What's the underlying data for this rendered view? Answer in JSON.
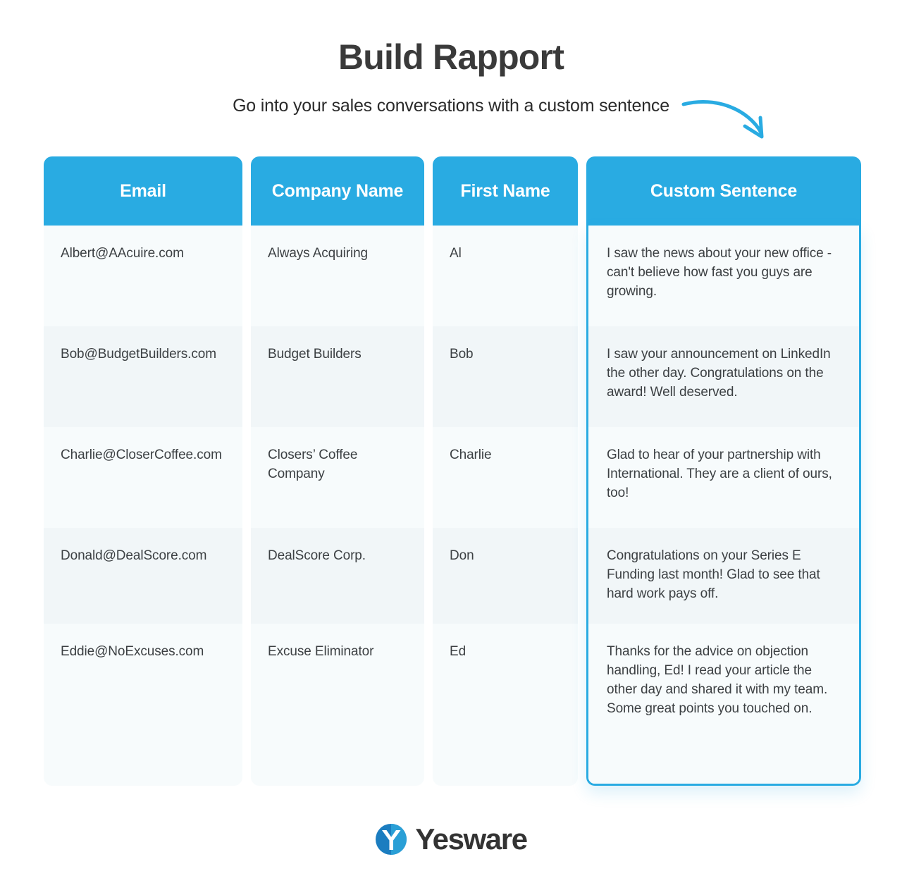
{
  "header": {
    "title": "Build Rapport",
    "subtitle": "Go into your sales conversations with a custom sentence"
  },
  "colors": {
    "accent": "#29abe2",
    "title_text": "#3a3a3a",
    "body_text": "#3c4043",
    "row_light": "#f7fbfc",
    "row_dark": "#f1f6f8",
    "page_background": "#ffffff",
    "logo_text": "#333333"
  },
  "table": {
    "highlighted_column": "Custom Sentence",
    "columns": [
      {
        "key": "email",
        "label": "Email"
      },
      {
        "key": "company",
        "label": "Company Name"
      },
      {
        "key": "first_name",
        "label": "First Name"
      },
      {
        "key": "custom_sentence",
        "label": "Custom Sentence"
      }
    ],
    "rows": [
      {
        "email": "Albert@AAcuire.com",
        "company": "Always Acquiring",
        "first_name": "Al",
        "custom_sentence": "I saw the news about your new office - can't believe how fast you guys are growing."
      },
      {
        "email": "Bob@BudgetBuilders.com",
        "company": "Budget Builders",
        "first_name": "Bob",
        "custom_sentence": "I saw your announcement on LinkedIn the other day. Congratulations on the award! Well deserved."
      },
      {
        "email": "Charlie@CloserCoffee.com",
        "company": "Closers’ Coffee Company",
        "first_name": "Charlie",
        "custom_sentence": "Glad to hear of your partnership with International. They are a client of ours, too!"
      },
      {
        "email": "Donald@DealScore.com",
        "company": "DealScore Corp.",
        "first_name": "Don",
        "custom_sentence": "Congratulations on your Series E Funding last month! Glad to see that hard work pays off."
      },
      {
        "email": "Eddie@NoExcuses.com",
        "company": "Excuse Eliminator",
        "first_name": "Ed",
        "custom_sentence": "Thanks for the advice on objection handling, Ed! I read your article the other day and shared it with my team. Some great points you touched on."
      }
    ]
  },
  "footer": {
    "logo_text": "Yesware",
    "logo_mark_icon": "yesware-circle-y-icon"
  },
  "decorations": {
    "arrow_icon": "curved-arrow-down-right-icon"
  }
}
